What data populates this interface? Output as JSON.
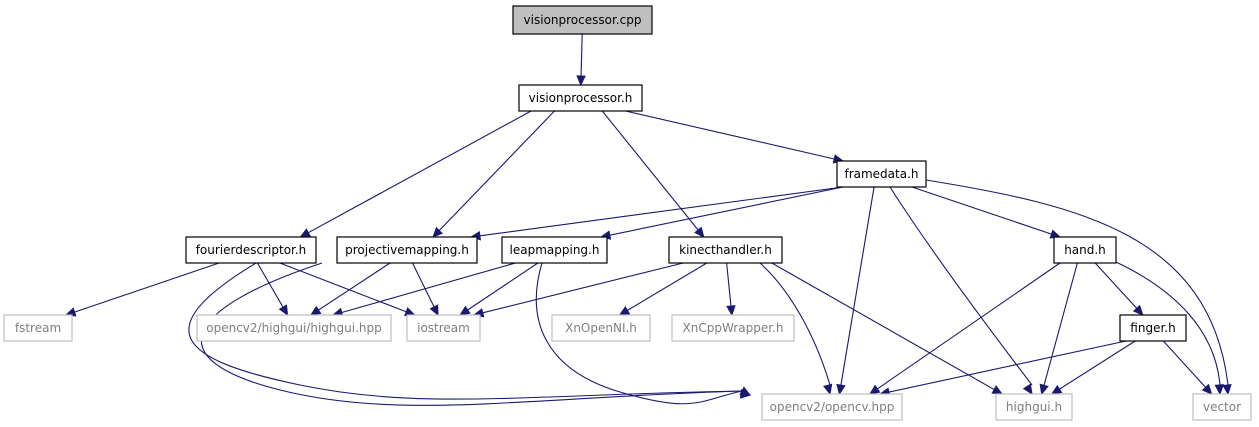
{
  "graph": {
    "colors": {
      "edge": "#191970",
      "main_node_fill": "#bfbfbf",
      "main_node_stroke": "#000000",
      "local_node_stroke": "#000000",
      "external_node_stroke": "#bfbfbf",
      "external_text": "#7f7f7f",
      "local_text": "#000000"
    },
    "nodes": [
      {
        "id": "visionprocessor_cpp",
        "label": "visionprocessor.cpp",
        "kind": "main"
      },
      {
        "id": "visionprocessor_h",
        "label": "visionprocessor.h",
        "kind": "local"
      },
      {
        "id": "framedata_h",
        "label": "framedata.h",
        "kind": "local"
      },
      {
        "id": "fourierdescriptor_h",
        "label": "fourierdescriptor.h",
        "kind": "local"
      },
      {
        "id": "projectivemapping_h",
        "label": "projectivemapping.h",
        "kind": "local"
      },
      {
        "id": "leapmapping_h",
        "label": "leapmapping.h",
        "kind": "local"
      },
      {
        "id": "kinecthandler_h",
        "label": "kinecthandler.h",
        "kind": "local"
      },
      {
        "id": "hand_h",
        "label": "hand.h",
        "kind": "local"
      },
      {
        "id": "finger_h",
        "label": "finger.h",
        "kind": "local"
      },
      {
        "id": "fstream",
        "label": "fstream",
        "kind": "external"
      },
      {
        "id": "highgui_hpp",
        "label": "opencv2/highgui/highgui.hpp",
        "kind": "external"
      },
      {
        "id": "iostream",
        "label": "iostream",
        "kind": "external"
      },
      {
        "id": "xnopenni_h",
        "label": "XnOpenNI.h",
        "kind": "external"
      },
      {
        "id": "xncppwrapper_h",
        "label": "XnCppWrapper.h",
        "kind": "external"
      },
      {
        "id": "opencv_hpp",
        "label": "opencv2/opencv.hpp",
        "kind": "external"
      },
      {
        "id": "highgui_h",
        "label": "highgui.h",
        "kind": "external"
      },
      {
        "id": "vector",
        "label": "vector",
        "kind": "external"
      }
    ],
    "edges": [
      [
        "visionprocessor_cpp",
        "visionprocessor_h"
      ],
      [
        "visionprocessor_h",
        "framedata_h"
      ],
      [
        "visionprocessor_h",
        "fourierdescriptor_h"
      ],
      [
        "visionprocessor_h",
        "projectivemapping_h"
      ],
      [
        "visionprocessor_h",
        "kinecthandler_h"
      ],
      [
        "framedata_h",
        "projectivemapping_h"
      ],
      [
        "framedata_h",
        "leapmapping_h"
      ],
      [
        "framedata_h",
        "opencv_hpp"
      ],
      [
        "framedata_h",
        "highgui_h"
      ],
      [
        "framedata_h",
        "hand_h"
      ],
      [
        "framedata_h",
        "vector"
      ],
      [
        "fourierdescriptor_h",
        "fstream"
      ],
      [
        "fourierdescriptor_h",
        "highgui_hpp"
      ],
      [
        "fourierdescriptor_h",
        "iostream"
      ],
      [
        "fourierdescriptor_h",
        "opencv_hpp"
      ],
      [
        "projectivemapping_h",
        "highgui_hpp"
      ],
      [
        "projectivemapping_h",
        "iostream"
      ],
      [
        "projectivemapping_h",
        "opencv_hpp"
      ],
      [
        "leapmapping_h",
        "highgui_hpp"
      ],
      [
        "leapmapping_h",
        "iostream"
      ],
      [
        "leapmapping_h",
        "opencv_hpp"
      ],
      [
        "kinecthandler_h",
        "iostream"
      ],
      [
        "kinecthandler_h",
        "xnopenni_h"
      ],
      [
        "kinecthandler_h",
        "xncppwrapper_h"
      ],
      [
        "kinecthandler_h",
        "opencv_hpp"
      ],
      [
        "kinecthandler_h",
        "highgui_h"
      ],
      [
        "hand_h",
        "finger_h"
      ],
      [
        "hand_h",
        "opencv_hpp"
      ],
      [
        "hand_h",
        "highgui_h"
      ],
      [
        "hand_h",
        "vector"
      ],
      [
        "finger_h",
        "opencv_hpp"
      ],
      [
        "finger_h",
        "highgui_h"
      ],
      [
        "finger_h",
        "vector"
      ]
    ]
  }
}
